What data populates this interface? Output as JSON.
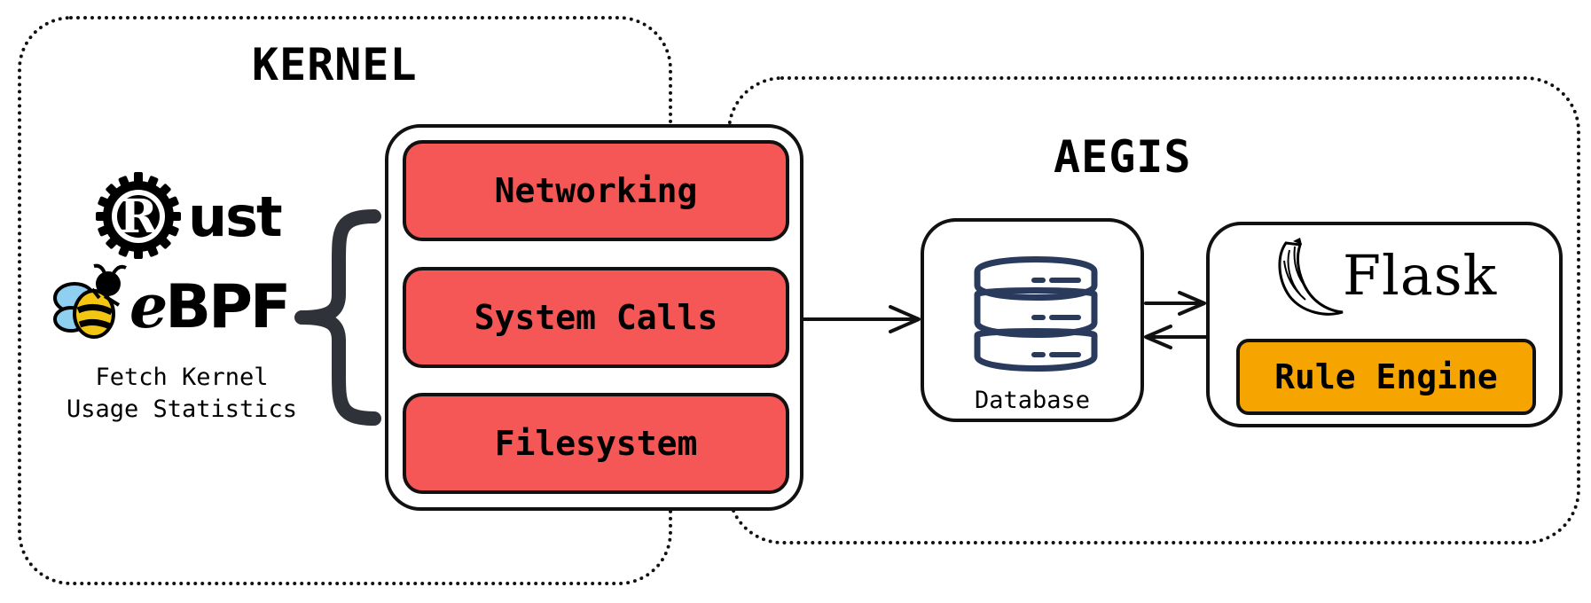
{
  "regions": {
    "kernel": {
      "title": "KERNEL"
    },
    "aegis": {
      "title": "AEGIS"
    }
  },
  "logos": {
    "rust": {
      "wordmark": "ust",
      "icon": "rust-gear-icon"
    },
    "ebpf": {
      "wordmark_e": "e",
      "wordmark_rest": "BPF",
      "icon": "bee-icon"
    }
  },
  "caption": {
    "line1": "Fetch Kernel",
    "line2": "Usage Statistics"
  },
  "probes": [
    {
      "label": "Networking"
    },
    {
      "label": "System Calls"
    },
    {
      "label": "Filesystem"
    }
  ],
  "database": {
    "label": "Database",
    "icon": "database-icon"
  },
  "flask": {
    "wordmark": "Flask",
    "icon": "flask-horn-icon"
  },
  "rule_engine": {
    "label": "Rule Engine"
  },
  "colors": {
    "probe_fill": "#f55656",
    "rule_engine_fill": "#f6a500",
    "database_icon": "#2a3a5c",
    "outline": "#111111"
  }
}
